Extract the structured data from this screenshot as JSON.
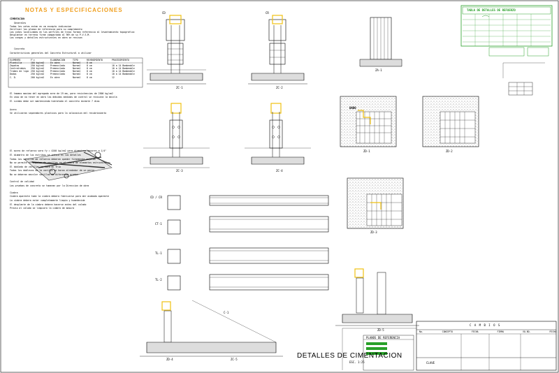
{
  "header": {
    "notes_title": "NOTAS Y ESPECIFICACIONES",
    "cimentacion_label": "CIMENTACION",
    "general_label": "Generales",
    "concreto_label": "Concreto",
    "acero_label": "Acero",
    "control_label": "Control de calidad",
    "cimbra_label": "Cimbra"
  },
  "notes": {
    "general": [
      "Todas las cotas estan en cm excepto indicacion",
      "Verificar los planos de referencia para su complemento",
      "Las cotas localizadas en los perfiles de trazo forman referencia al levantamiento topografico",
      "Desplantar en terreno firme compactado al 90% de su P.V.S.M.",
      "Las cargas y detalles estructurales en obra se revisan"
    ],
    "concreto_intro": "Caracteristicas generales del Concreto Estructural a utilizar"
  },
  "mix_table": {
    "headers": [
      "ELEMENTO",
      "F'c",
      "ELABORACION",
      "TIPO",
      "REVENIMIENTO",
      "PROCEDIMIENTO"
    ],
    "rows": [
      [
        "Plantilla",
        "100 kg/cm2",
        "En obra",
        "Normal",
        "8 cm",
        "---"
      ],
      [
        "Zapatas",
        "250 kg/cm2",
        "Premezclado",
        "Normal",
        "8 cm",
        "10 a 14 Bombeable"
      ],
      [
        "Contratrabes",
        "250 kg/cm2",
        "Premezclado",
        "Normal",
        "8 cm",
        "10 a 14 Bombeable"
      ],
      [
        "Trabes de liga",
        "250 kg/cm2",
        "Premezclado",
        "Normal",
        "8 cm",
        "10 a 14 Bombeable"
      ],
      [
        "Dados",
        "250 kg/cm2",
        "Premezclado",
        "Normal",
        "8 cm",
        "10 a 14 Bombeable"
      ],
      [
        "C. D.",
        "200 kg/cm2",
        "En obra",
        "Normal",
        "8 cm",
        "12"
      ]
    ]
  },
  "paragraphs": [
    "El tamano maximo del agregado sera de 19 mm, para resistencias de 2500 kg/cm2",
    "En caso de no tener en obra las debidas medidas de control se revisara la mezcla",
    "El curado debe ser manteniendo hidratado el concreto durante 7 dias",
    "Acero",
    "Se utilizaran separadores plasticos para la colocacion del recubrimiento",
    "El acero de refuerzo sera fy = 4200 kg/cm2 para diametros mayores a 1/4\"",
    "El diametro de los estribos se indica en los detalles",
    "Todas las varillas de refuerzo deberan quedar firmemente sujetas",
    "No se permite el empalme de varillas en el claro de elementos estructurales",
    "El doblado de varillas se hara en frio",
    "Todos los dobleces de la varilla se haran alrededor de un perno",
    "No se deberan mezclar varillas de diferentes grados",
    "Control de calidad",
    "Las pruebas de concreto se tomaran por la Direccion de obra",
    "Cimbra",
    "Cimbra aparente toda la cimbra debera fabricarse para dar acabado aparente",
    "La cimbra debera estar completamente limpia y humedecida",
    "El desplante de la cimbra debera hacerse antes del colado",
    "Previo al colado se limpiara la cimbra de basura"
  ],
  "footings": {
    "zc1": "ZC-1",
    "zc2": "ZC-2",
    "zc3": "ZC-3",
    "zc4": "ZC-4",
    "zc5": "ZC-5",
    "za1": "ZA-1",
    "zd1": "ZD-1",
    "zd2": "ZD-2",
    "zd3": "ZD-3",
    "zd4": "ZD-4",
    "zd5": "ZD-5",
    "cd_cr": "CD / CR",
    "ct1": "CT-1",
    "tl1": "TL-1",
    "tl2": "TL-2",
    "dado_label": "DADO",
    "cd1": "CD",
    "cd2": "CR",
    "dim_axis": "C-1"
  },
  "schedule": {
    "title": "TABLA DE DETALLES DE REFUERZO"
  },
  "footer": {
    "main_title": "DETALLES DE CIMENTACION",
    "scale": "ESC. 1:25",
    "title_block_header": "C A M B I O S",
    "key_label": "CLAVE",
    "ref_plan_label": "PLANOS DE REFERENCIA",
    "col_headers": [
      "No.",
      "CONCEPTO",
      "FECHA",
      "FIRMA",
      "VO.BO.",
      "FECHA"
    ]
  },
  "colors": {
    "orange": "#f0a020",
    "green": "#28a028",
    "yellow": "#f0c010",
    "ink": "#000000"
  }
}
